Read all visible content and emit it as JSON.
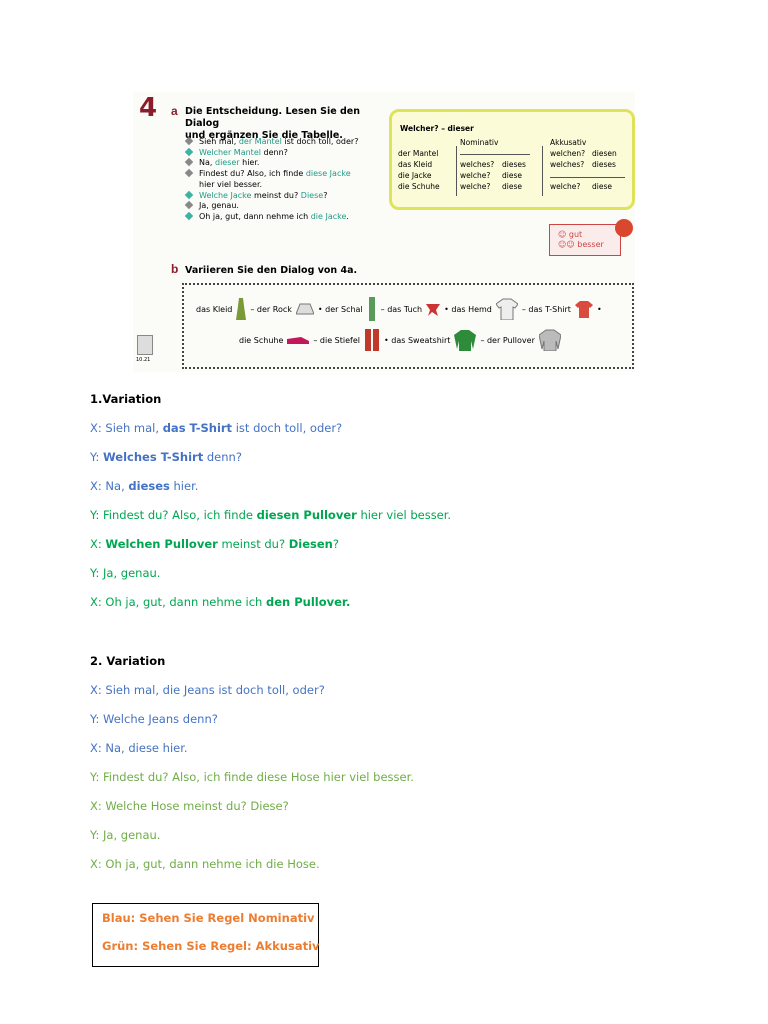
{
  "book": {
    "number": "4",
    "part_a": "a",
    "title_a": [
      "Die Entscheidung. Lesen Sie den Dialog",
      "und ergänzen Sie die Tabelle."
    ],
    "dialog": [
      {
        "pre": "Sieh mal, ",
        "hl": "der Mantel",
        "post": " ist doch toll, oder?",
        "c": "gr"
      },
      {
        "pre": "",
        "hl": "Welcher Mantel",
        "post": " denn?",
        "c": "tl"
      },
      {
        "pre": "Na, ",
        "hl": "dieser",
        "post": " hier.",
        "c": "gr"
      },
      {
        "pre": "Findest du? Also, ich finde ",
        "hl": "diese Jacke",
        "post": "",
        "c": "tl"
      },
      {
        "pre": "hier viel besser.",
        "hl": "",
        "post": "",
        "c": ""
      },
      {
        "pre": "",
        "hl": "Welche Jacke",
        "post": " meinst du? ",
        "hl2": "Diese",
        "post2": "?",
        "c": "tl"
      },
      {
        "pre": "Ja, genau.",
        "hl": "",
        "post": "",
        "c": "gr"
      },
      {
        "pre": "Oh ja, gut, dann nehme ich ",
        "hl": "die Jacke",
        "post": ".",
        "c": "tl"
      }
    ],
    "grammar": {
      "heading": "Welcher? – dieser",
      "col_nom": "Nominativ",
      "col_akk": "Akkusativ",
      "rows": [
        {
          "noun": "der Mantel",
          "n1": "",
          "n2": "",
          "a1": "welchen?",
          "a2": "diesen"
        },
        {
          "noun": "das Kleid",
          "n1": "welches?",
          "n2": "dieses",
          "a1": "welches?",
          "a2": "dieses"
        },
        {
          "noun": "die Jacke",
          "n1": "welche?",
          "n2": "diese",
          "a1": "",
          "a2": ""
        },
        {
          "noun": "die Schuhe",
          "n1": "welche?",
          "n2": "diese",
          "a1": "welche?",
          "a2": "diese"
        }
      ]
    },
    "gut": "gut",
    "besser": "besser",
    "part_b": "b",
    "title_b": "Variieren Sie den Dialog von 4a.",
    "vocab_row1": [
      "das Kleid",
      "– der Rock",
      "• der Schal",
      "– das Tuch",
      "• das Hemd",
      "– das T-Shirt",
      "•"
    ],
    "vocab_row2": [
      "die Schuhe",
      "– die Stiefel",
      "• das Sweatshirt",
      "– der Pullover"
    ],
    "cd_label": "10.21"
  },
  "var1": {
    "heading": "1.Variation",
    "lines": [
      {
        "speaker": "X:",
        "pre": " Sieh mal, ",
        "bold": "das T-Shirt",
        "post": " ist doch toll, oder?"
      },
      {
        "speaker": "Y:",
        "pre": " ",
        "bold": "Welches T-Shirt",
        "post": " denn?"
      },
      {
        "speaker": "X:",
        "pre": " Na, ",
        "bold": "dieses",
        "post": " hier."
      },
      {
        "speaker": "Y:",
        "pre": " Findest du? Also, ich finde ",
        "bold": "diesen Pullover",
        "post": " hier viel besser."
      },
      {
        "speaker": "X:",
        "pre": " ",
        "bold": "Welchen Pullover",
        "post": " meinst du? ",
        "bold2": "Diesen",
        "post2": "?"
      },
      {
        "speaker": "Y:",
        "pre": " Ja, genau.",
        "bold": "",
        "post": ""
      },
      {
        "speaker": "X:",
        "pre": " Oh ja, gut, dann nehme ich ",
        "bold": "den Pullover.",
        "post": ""
      }
    ]
  },
  "var2": {
    "heading": "2. Variation",
    "lines": [
      "X: Sieh mal, die Jeans ist doch toll, oder?",
      "Y: Welche Jeans denn?",
      "X: Na, diese hier.",
      "Y: Findest du? Also, ich finde diese Hose hier viel besser.",
      "X: Welche Hose meinst du? Diese?",
      "Y: Ja, genau.",
      "X: Oh ja, gut, dann nehme ich die Hose."
    ]
  },
  "legend": {
    "blue": "Blau: Sehen Sie Regel Nominativ",
    "green": "Grün: Sehen Sie Regel: Akkusativ"
  },
  "colors": {
    "blue": "#4472c4",
    "green": "#00a651",
    "light_green": "#70ad47",
    "orange": "#ed7d31",
    "book_red": "#8b1d2a"
  }
}
